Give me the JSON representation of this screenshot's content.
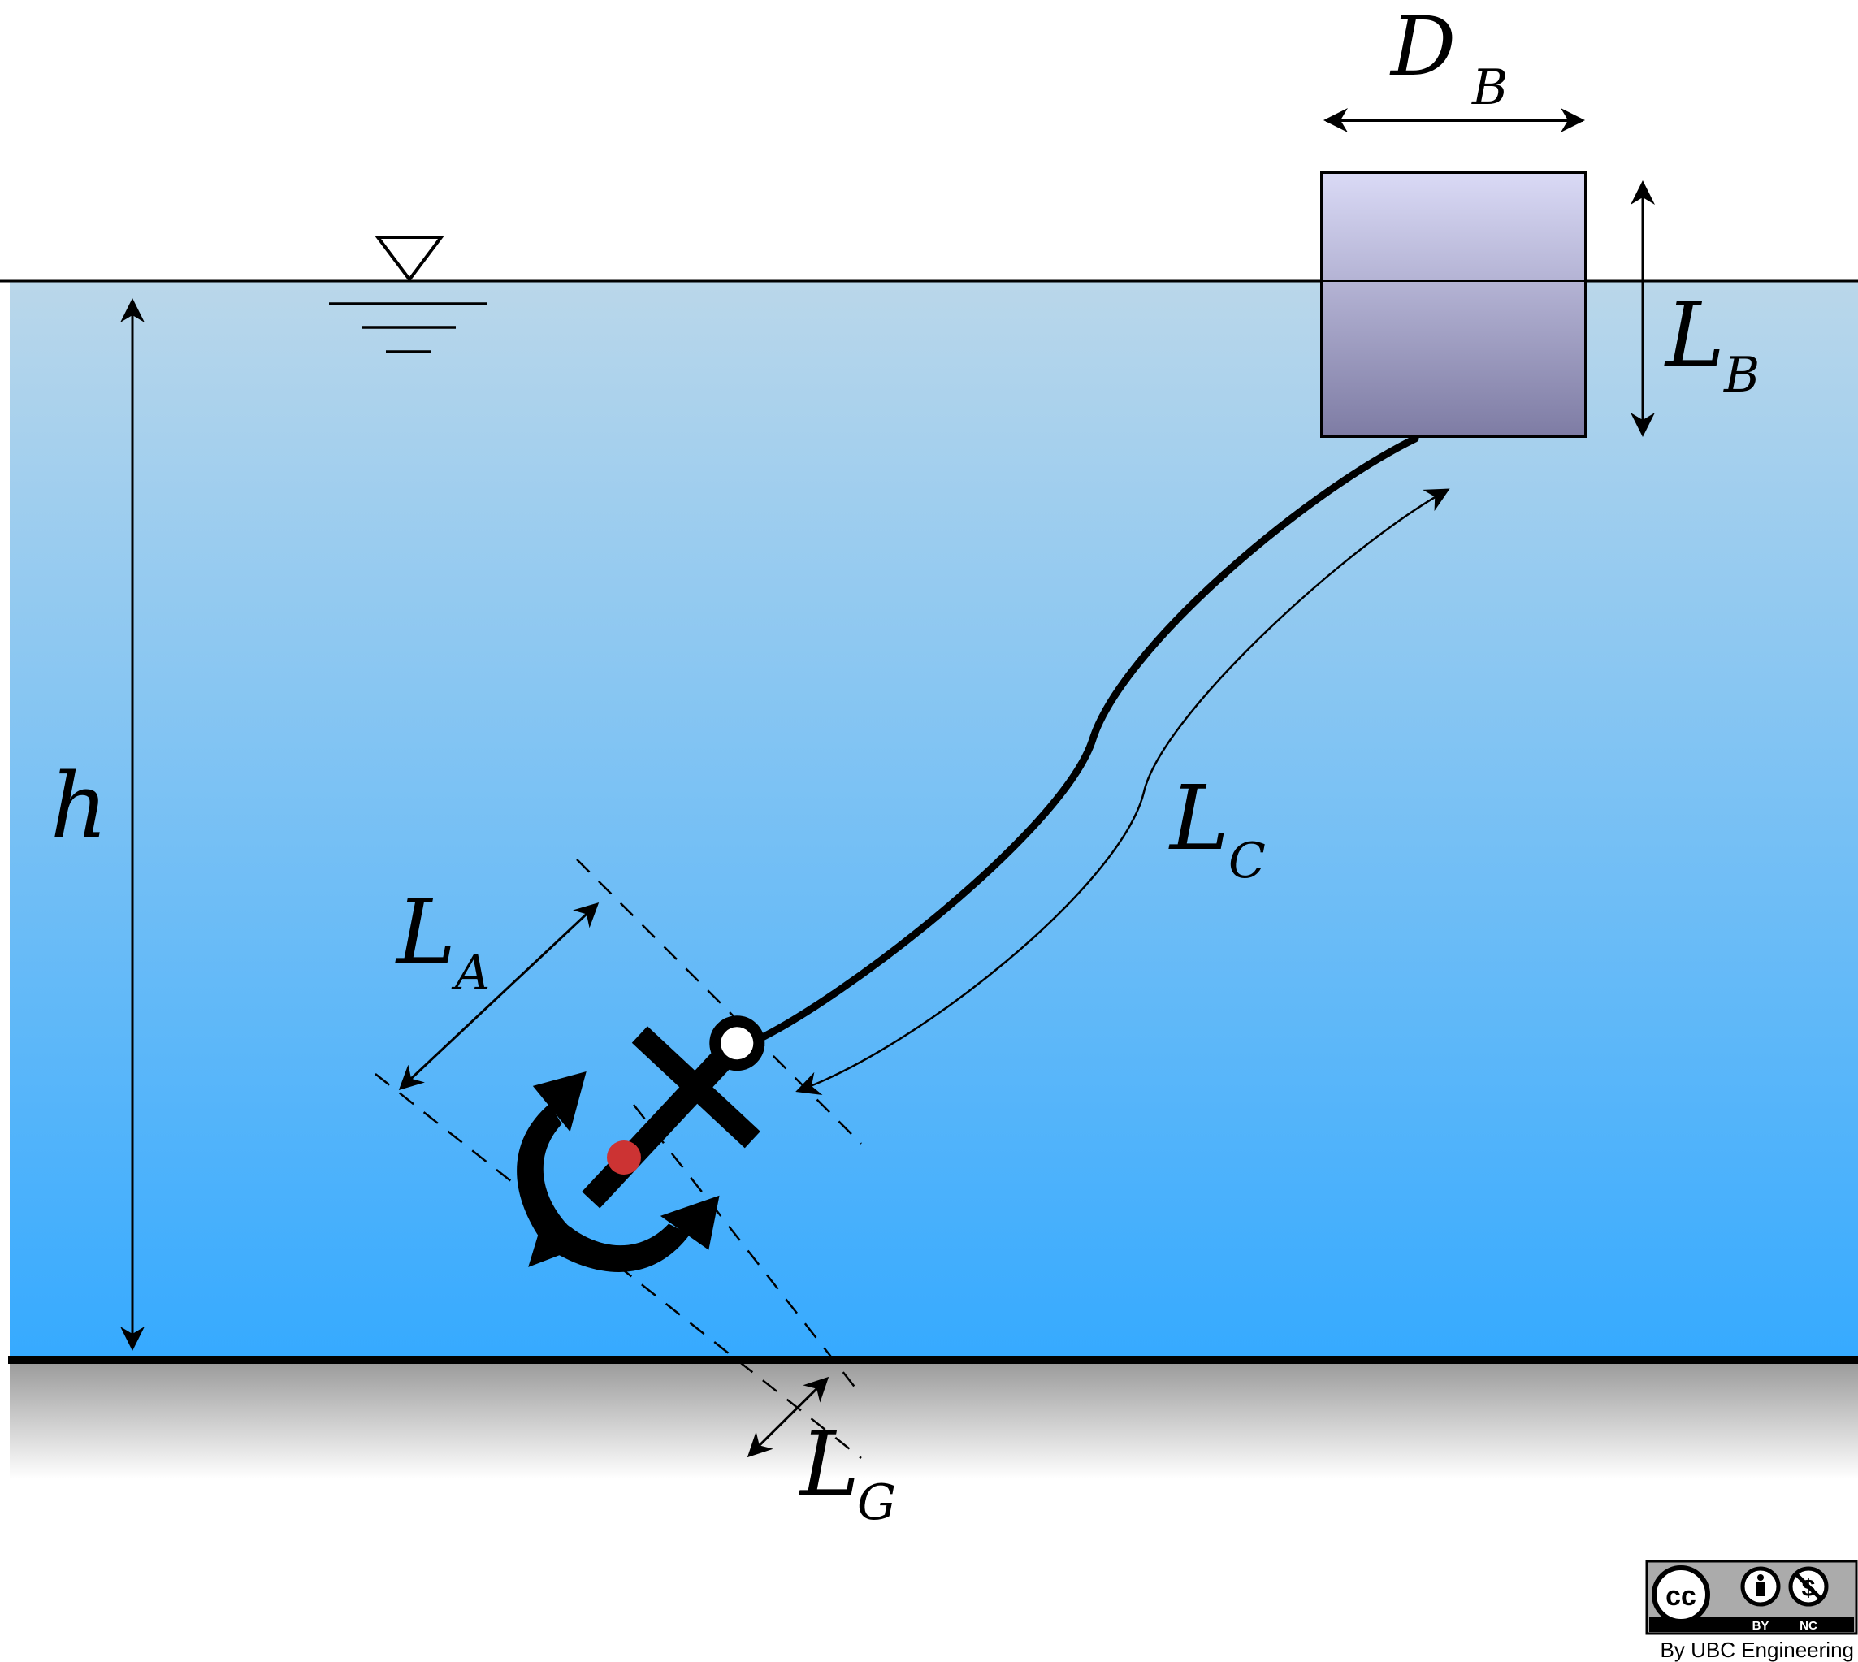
{
  "labels": {
    "h": "h",
    "d_main": "D",
    "d_sub": "B",
    "lb_main": "L",
    "lb_sub": "B",
    "lc_main": "L",
    "lc_sub": "C",
    "la_main": "L",
    "la_sub": "A",
    "lg_main": "L",
    "lg_sub": "G"
  },
  "license": {
    "cc": "cc",
    "by": "BY",
    "nc": "NC",
    "credit": "By UBC Engineering"
  },
  "colors": {
    "water_top": "#bad7ea",
    "water_bottom": "#36aaff",
    "buoy_top": "#dadaf6",
    "buoy_bottom": "#7e7ca4",
    "ground_shadow": "#9a9a9a",
    "anchor": "#000000",
    "center_of_mass": "#cc3333"
  },
  "icons": {
    "water_level": "water-level-symbol-icon",
    "anchor": "anchor-icon",
    "cc_by_nc": "cc-by-nc-badge-icon"
  }
}
